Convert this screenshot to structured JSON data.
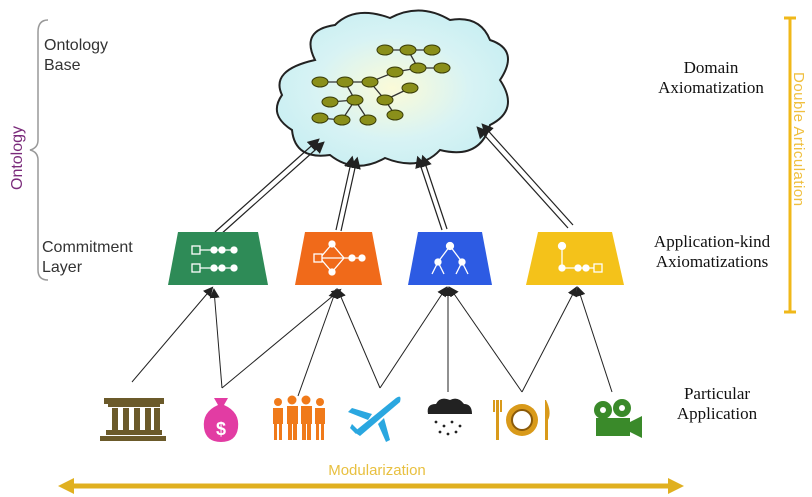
{
  "ontology_base": "Ontology\nBase",
  "ontology_label": "Ontology",
  "commitment_layer": "Commitment\nLayer",
  "domain_axiomatization": "Domain\nAxiomatization",
  "application_kind": "Application-kind\nAxiomatizations",
  "particular_application": "Particular\nApplication",
  "double_articulation": "Double Articulation",
  "modularization": "Modularization",
  "colors": {
    "cloud_fill": "#dff3f6",
    "node_fill": "#8a8f1a",
    "commit_green": "#2e8b57",
    "commit_orange": "#f06a1a",
    "commit_blue": "#2d5be3",
    "commit_yellow": "#f4c21a",
    "bank_icon": "#6b5a2a",
    "money_icon": "#e23ca3",
    "people_icon": "#f07a1a",
    "plane_icon": "#2aa7e0",
    "weather_icon": "#222222",
    "dining_icon": "#d99a1a",
    "camera_icon": "#3a8a2a",
    "double_bar": "#f0b81a",
    "mod_arrow": "#e0b020"
  },
  "icons": [
    "bank-icon",
    "money-bag-icon",
    "people-icon",
    "airplane-icon",
    "weather-icon",
    "dining-icon",
    "movie-camera-icon"
  ]
}
